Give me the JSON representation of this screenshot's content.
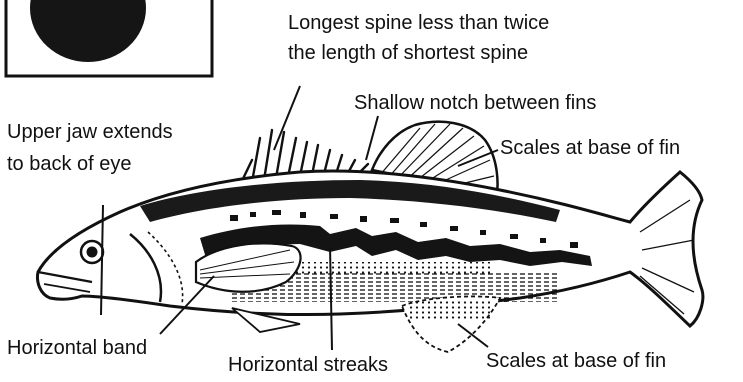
{
  "labels": {
    "longest_spine_line1": "Longest spine less than twice",
    "longest_spine_line2": "the length of shortest spine",
    "shallow_notch": "Shallow notch between fins",
    "upper_jaw_line1": "Upper jaw extends",
    "upper_jaw_line2": "to back of eye",
    "scales_dorsal": "Scales at base of fin",
    "horizontal_band": "Horizontal band",
    "horizontal_streaks": "Horizontal streaks",
    "scales_anal": "Scales at base of fin"
  },
  "colors": {
    "ink": "#111111",
    "background": "#ffffff"
  }
}
